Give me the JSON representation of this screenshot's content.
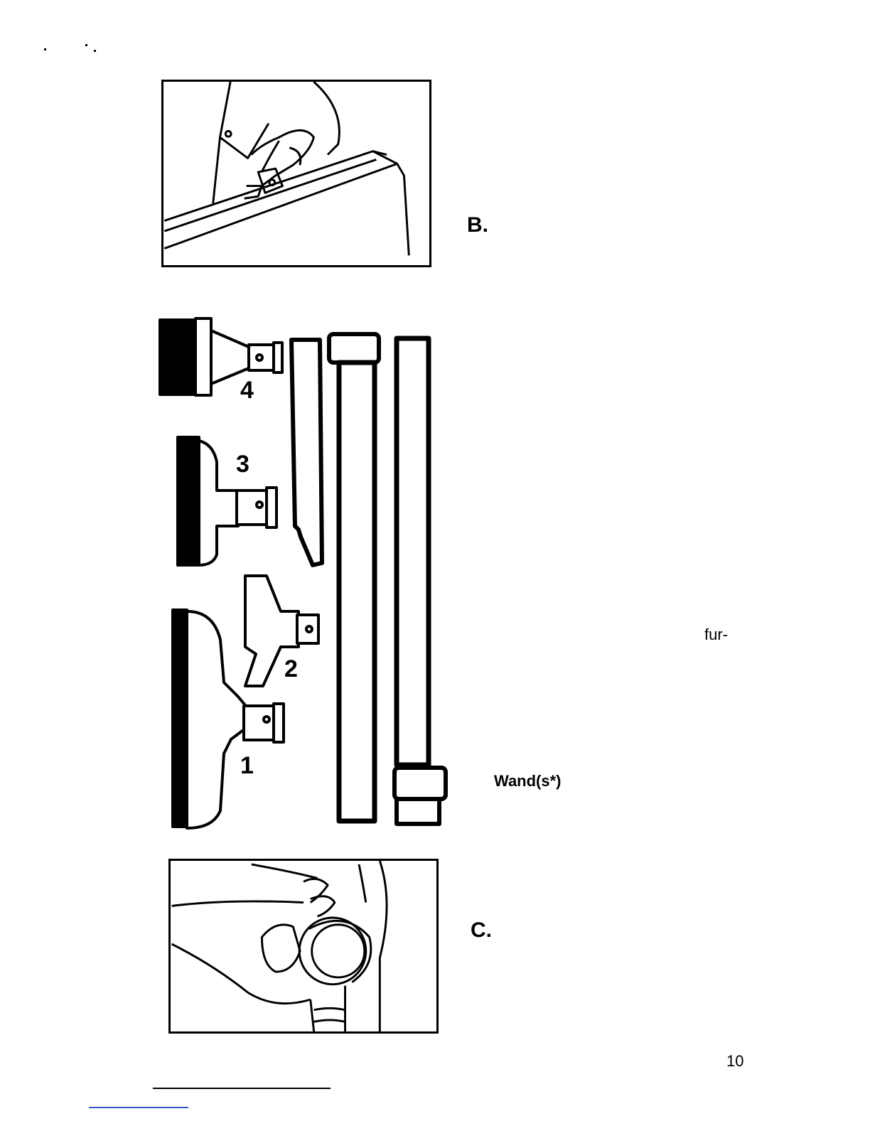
{
  "figures": {
    "b_label": "B.",
    "c_label": "C."
  },
  "attachments": {
    "labels": [
      "4",
      "3",
      "2",
      "1"
    ]
  },
  "text": {
    "fur": "fur-",
    "wands": "Wand(s*)",
    "page_number": "10"
  },
  "colors": {
    "ink": "#000000",
    "paper": "#ffffff",
    "link_line": "#3355cc"
  }
}
